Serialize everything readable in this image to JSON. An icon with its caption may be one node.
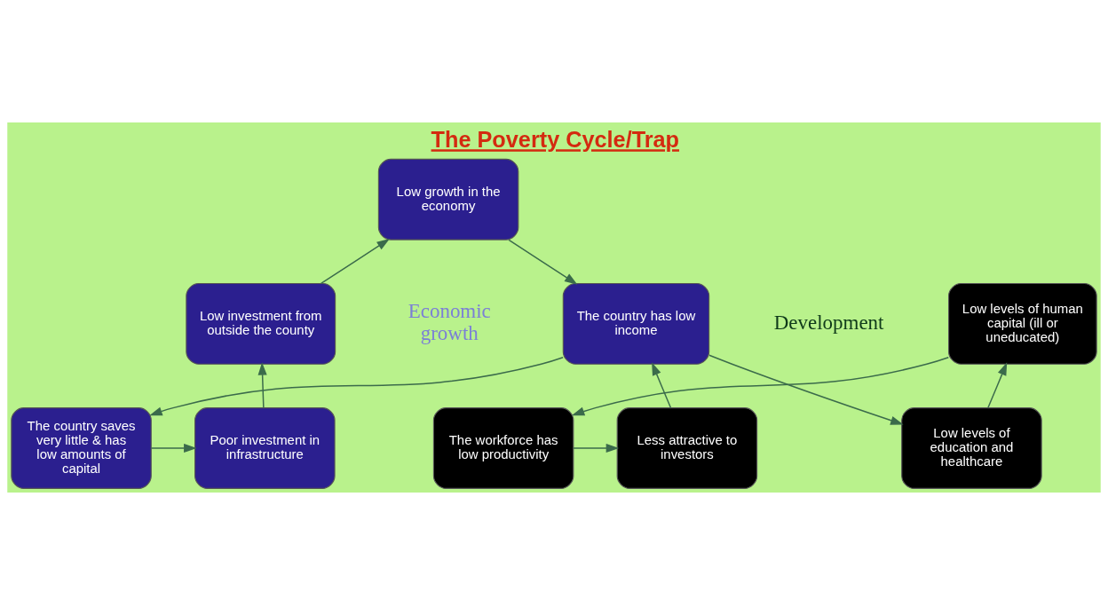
{
  "diagram": {
    "title": "The Poverty Cycle/Trap",
    "nodes": [
      {
        "text": [
          "Low growth in the economy"
        ]
      },
      {
        "text": [
          "Low levels of education and healthcare"
        ]
      },
      {
        "text": [
          "Low investment from outside the county"
        ]
      },
      {
        "text": [
          "The country has low income"
        ]
      },
      {
        "text": [
          "Low levels of human capital (ill or uneducated)"
        ]
      },
      {
        "text": [
          "Poor investment in infrastructure"
        ]
      },
      {
        "text": [
          "The country saves very little & has low amounts of capital"
        ]
      },
      {
        "text": [
          "Less attractive to investors"
        ]
      },
      {
        "text": [
          "The workforce has low productivity"
        ]
      }
    ],
    "edges": [
      {
        "from": 0,
        "to": 3,
        "arrow": "to"
      },
      {
        "from": 3,
        "to": 1,
        "arrow": "to"
      },
      {
        "from": 1,
        "to": 4,
        "arrow": "to"
      },
      {
        "from": 4,
        "to": 8,
        "arrow": "to"
      },
      {
        "from": 8,
        "to": 7,
        "arrow": "to"
      },
      {
        "from": 7,
        "to": 3,
        "arrow": "to"
      },
      {
        "from": 3,
        "to": 6,
        "arrow": "to"
      },
      {
        "from": 6,
        "to": 5,
        "arrow": "to"
      },
      {
        "from": 5,
        "to": 2,
        "arrow": "to"
      },
      {
        "from": 2,
        "to": 0,
        "arrow": "to"
      }
    ],
    "labels": [
      "Economic growth",
      "Development"
    ]
  }
}
